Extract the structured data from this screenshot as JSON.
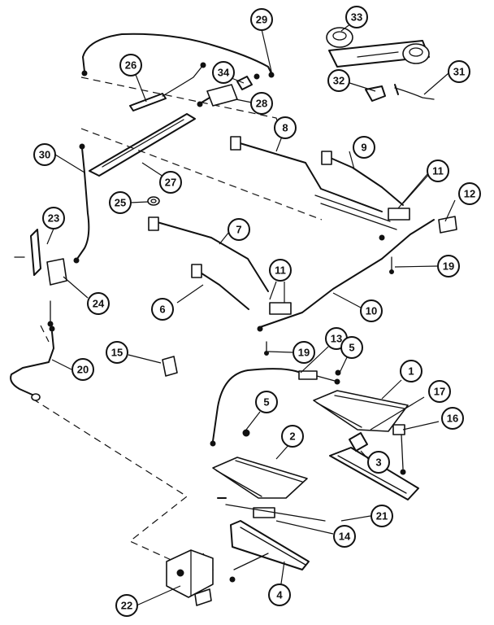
{
  "diagram": {
    "callouts": [
      {
        "id": "c1",
        "label": "1"
      },
      {
        "id": "c2",
        "label": "2"
      },
      {
        "id": "c3",
        "label": "3"
      },
      {
        "id": "c4",
        "label": "4"
      },
      {
        "id": "c5a",
        "label": "5"
      },
      {
        "id": "c5b",
        "label": "5"
      },
      {
        "id": "c6",
        "label": "6"
      },
      {
        "id": "c7",
        "label": "7"
      },
      {
        "id": "c8",
        "label": "8"
      },
      {
        "id": "c9",
        "label": "9"
      },
      {
        "id": "c10",
        "label": "10"
      },
      {
        "id": "c11a",
        "label": "11"
      },
      {
        "id": "c11b",
        "label": "11"
      },
      {
        "id": "c12",
        "label": "12"
      },
      {
        "id": "c13",
        "label": "13"
      },
      {
        "id": "c14",
        "label": "14"
      },
      {
        "id": "c15",
        "label": "15"
      },
      {
        "id": "c16",
        "label": "16"
      },
      {
        "id": "c17",
        "label": "17"
      },
      {
        "id": "c19a",
        "label": "19"
      },
      {
        "id": "c19b",
        "label": "19"
      },
      {
        "id": "c20",
        "label": "20"
      },
      {
        "id": "c21",
        "label": "21"
      },
      {
        "id": "c22",
        "label": "22"
      },
      {
        "id": "c23",
        "label": "23"
      },
      {
        "id": "c24",
        "label": "24"
      },
      {
        "id": "c25",
        "label": "25"
      },
      {
        "id": "c26",
        "label": "26"
      },
      {
        "id": "c27",
        "label": "27"
      },
      {
        "id": "c28",
        "label": "28"
      },
      {
        "id": "c29",
        "label": "29"
      },
      {
        "id": "c30",
        "label": "30"
      },
      {
        "id": "c31",
        "label": "31"
      },
      {
        "id": "c32",
        "label": "32"
      },
      {
        "id": "c33",
        "label": "33"
      },
      {
        "id": "c34",
        "label": "34"
      }
    ]
  }
}
